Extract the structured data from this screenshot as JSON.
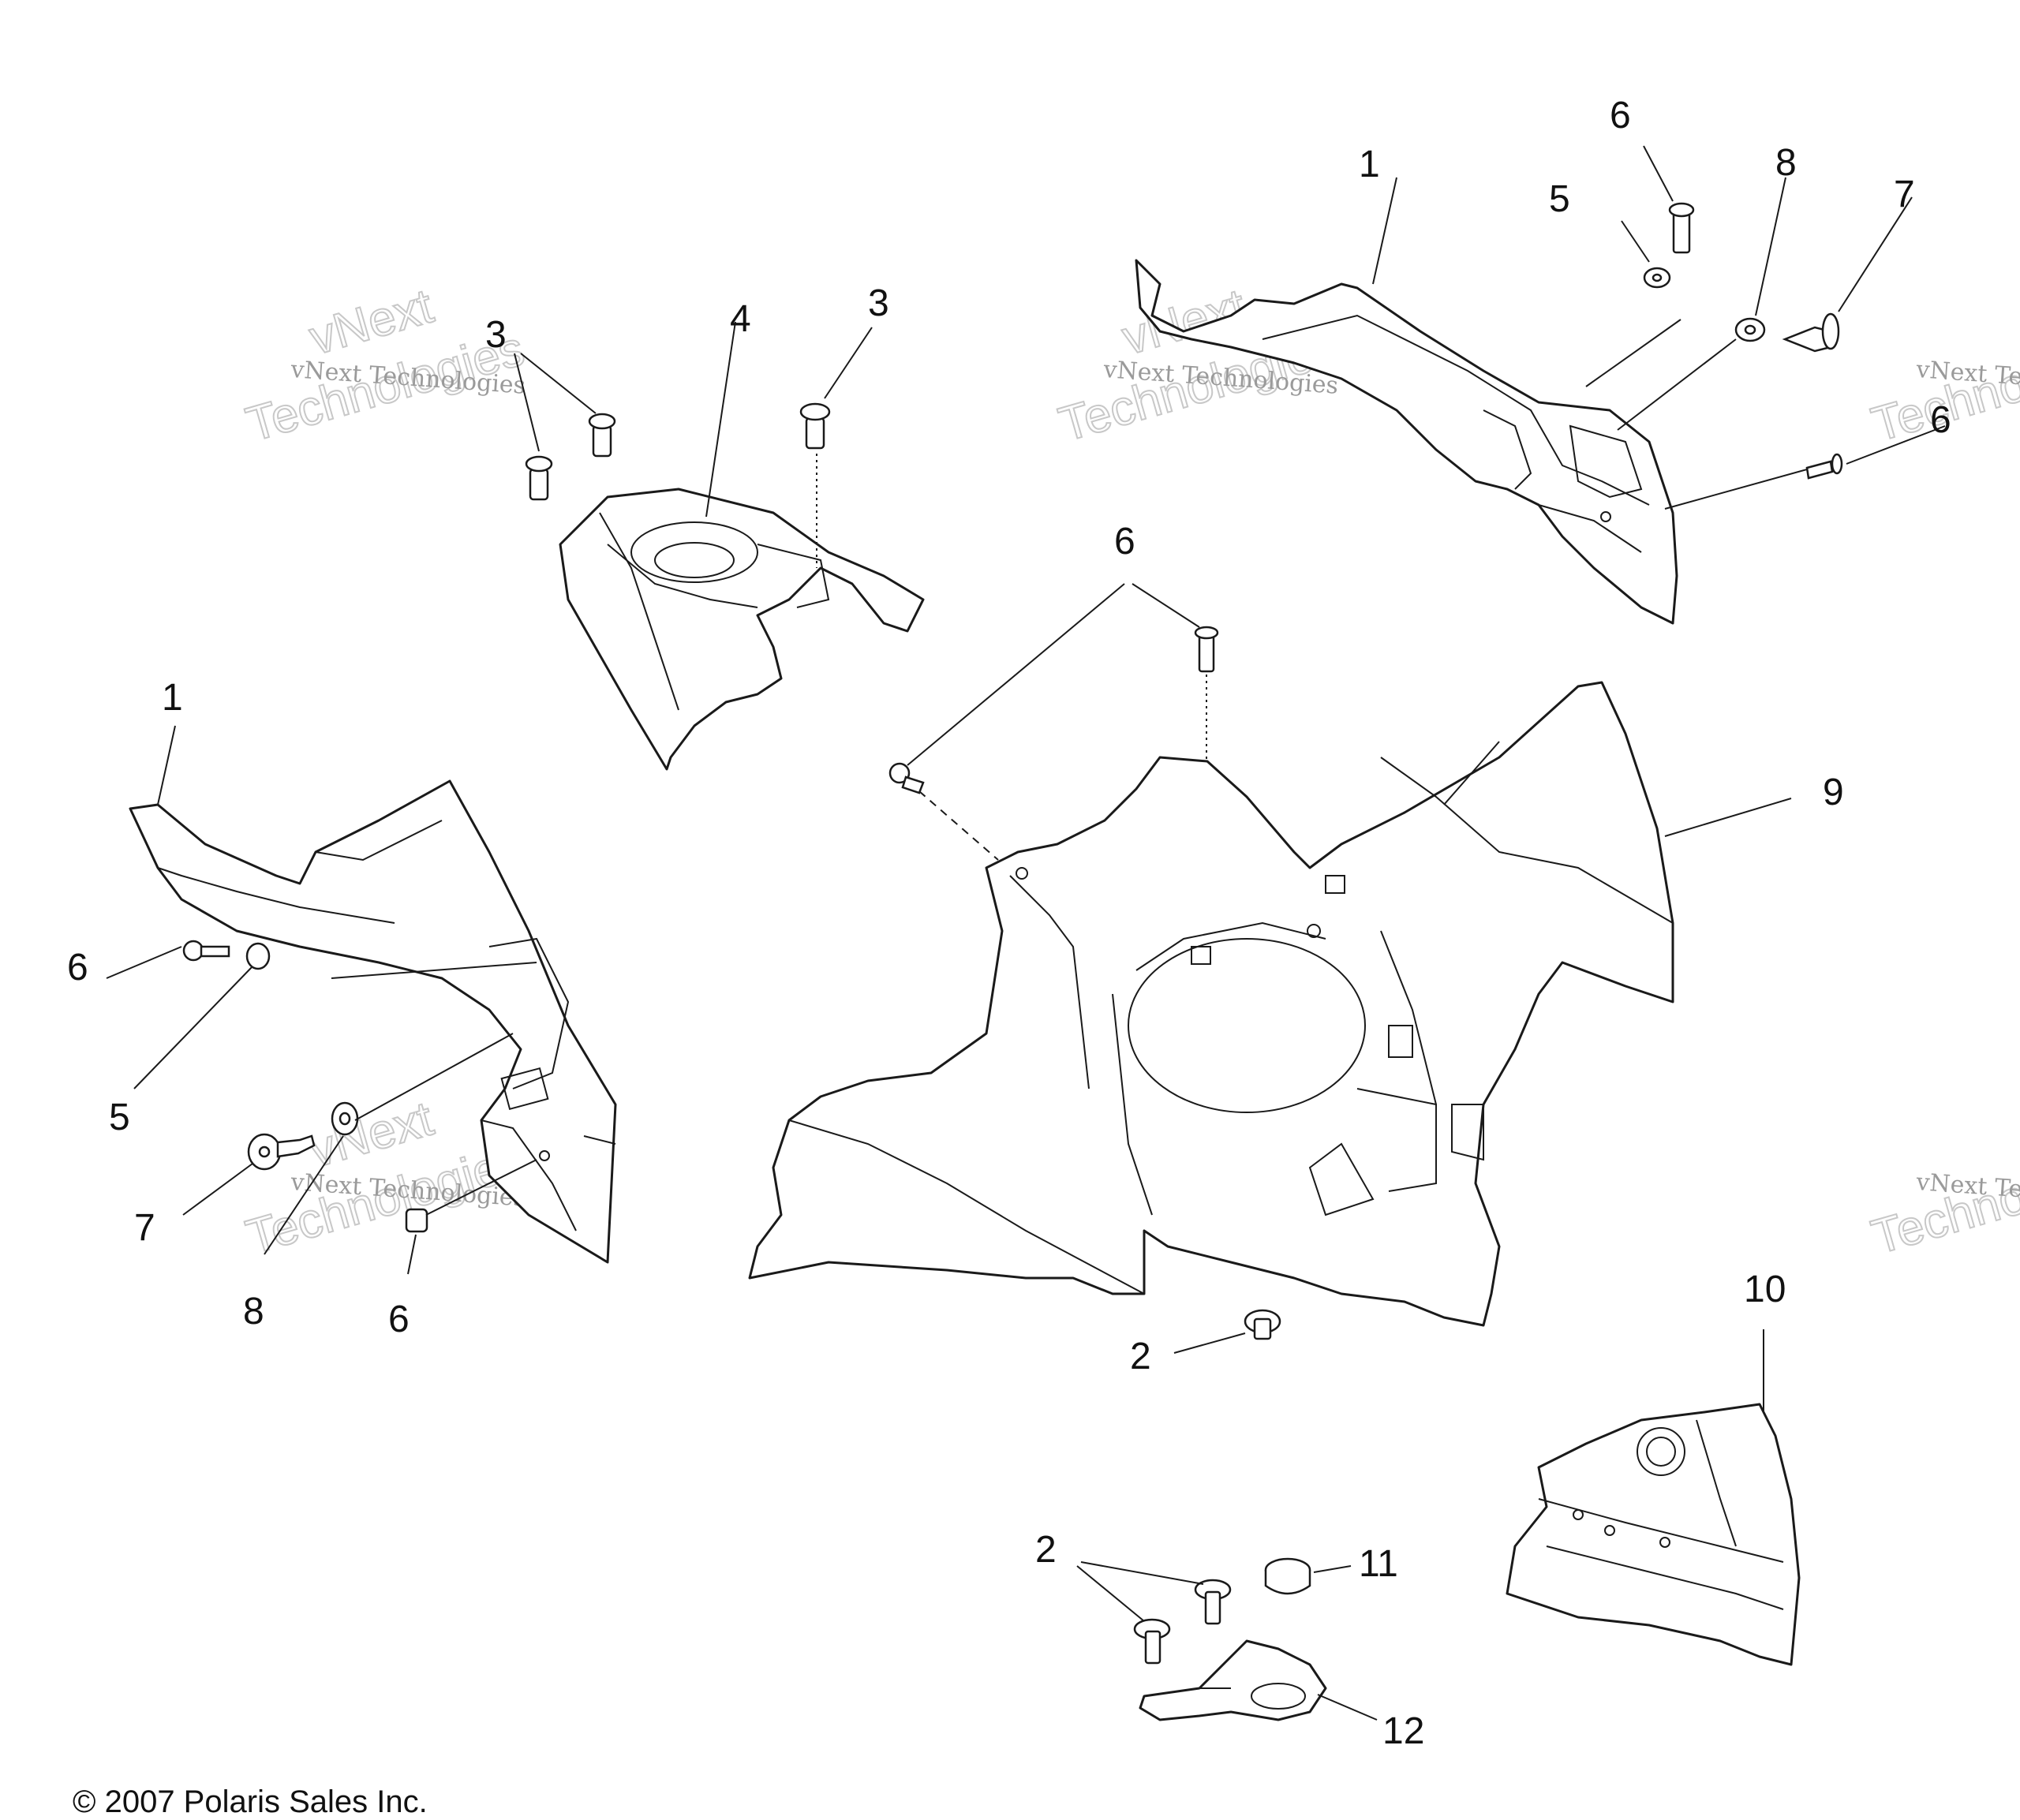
{
  "watermark": {
    "line_small": "vNext Technologies",
    "line_big_1": "vNext",
    "line_big_2": "Technologies",
    "line_big_partial": "Technolo",
    "line_small_partial": "vNext Te"
  },
  "callouts": {
    "c1_top": "1",
    "c1_left": "1",
    "c2_center": "2",
    "c2_bottom": "2",
    "c3_left": "3",
    "c3_right": "3",
    "c4": "4",
    "c5_top": "5",
    "c5_left": "5",
    "c6_top": "6",
    "c6_right": "6",
    "c6_center": "6",
    "c6_left": "6",
    "c6_left_low": "6",
    "c7_top": "7",
    "c7_left": "7",
    "c8_top": "8",
    "c8_left": "8",
    "c9": "9",
    "c10": "10",
    "c11": "11",
    "c12": "12"
  },
  "copyright": "© 2007 Polaris Sales Inc."
}
